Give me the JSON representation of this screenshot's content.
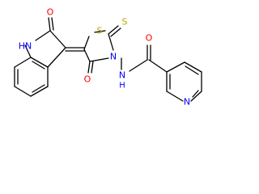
{
  "structure": {
    "atoms": {
      "oxindole_oxygen": {
        "symbol": "O",
        "color": "#ff0000"
      },
      "indole_nh": {
        "symbol": "H",
        "element": "N",
        "nh_label": "HN",
        "color": "#0000ff"
      },
      "thiazolidine_sulfur": {
        "symbol": "S",
        "color": "#b8a800"
      },
      "thione_sulfur": {
        "symbol": "S",
        "color": "#b8a800"
      },
      "ring_nitrogen": {
        "symbol": "N",
        "color": "#0000ff"
      },
      "ring_carbonyl_oxygen": {
        "symbol": "O",
        "color": "#ff0000"
      },
      "amide_nh": {
        "symbol": "N",
        "h": "H",
        "color": "#0000ff"
      },
      "amide_oxygen": {
        "symbol": "O",
        "color": "#ff0000"
      },
      "pyridine_nitrogen": {
        "symbol": "N",
        "color": "#0000ff"
      }
    }
  }
}
